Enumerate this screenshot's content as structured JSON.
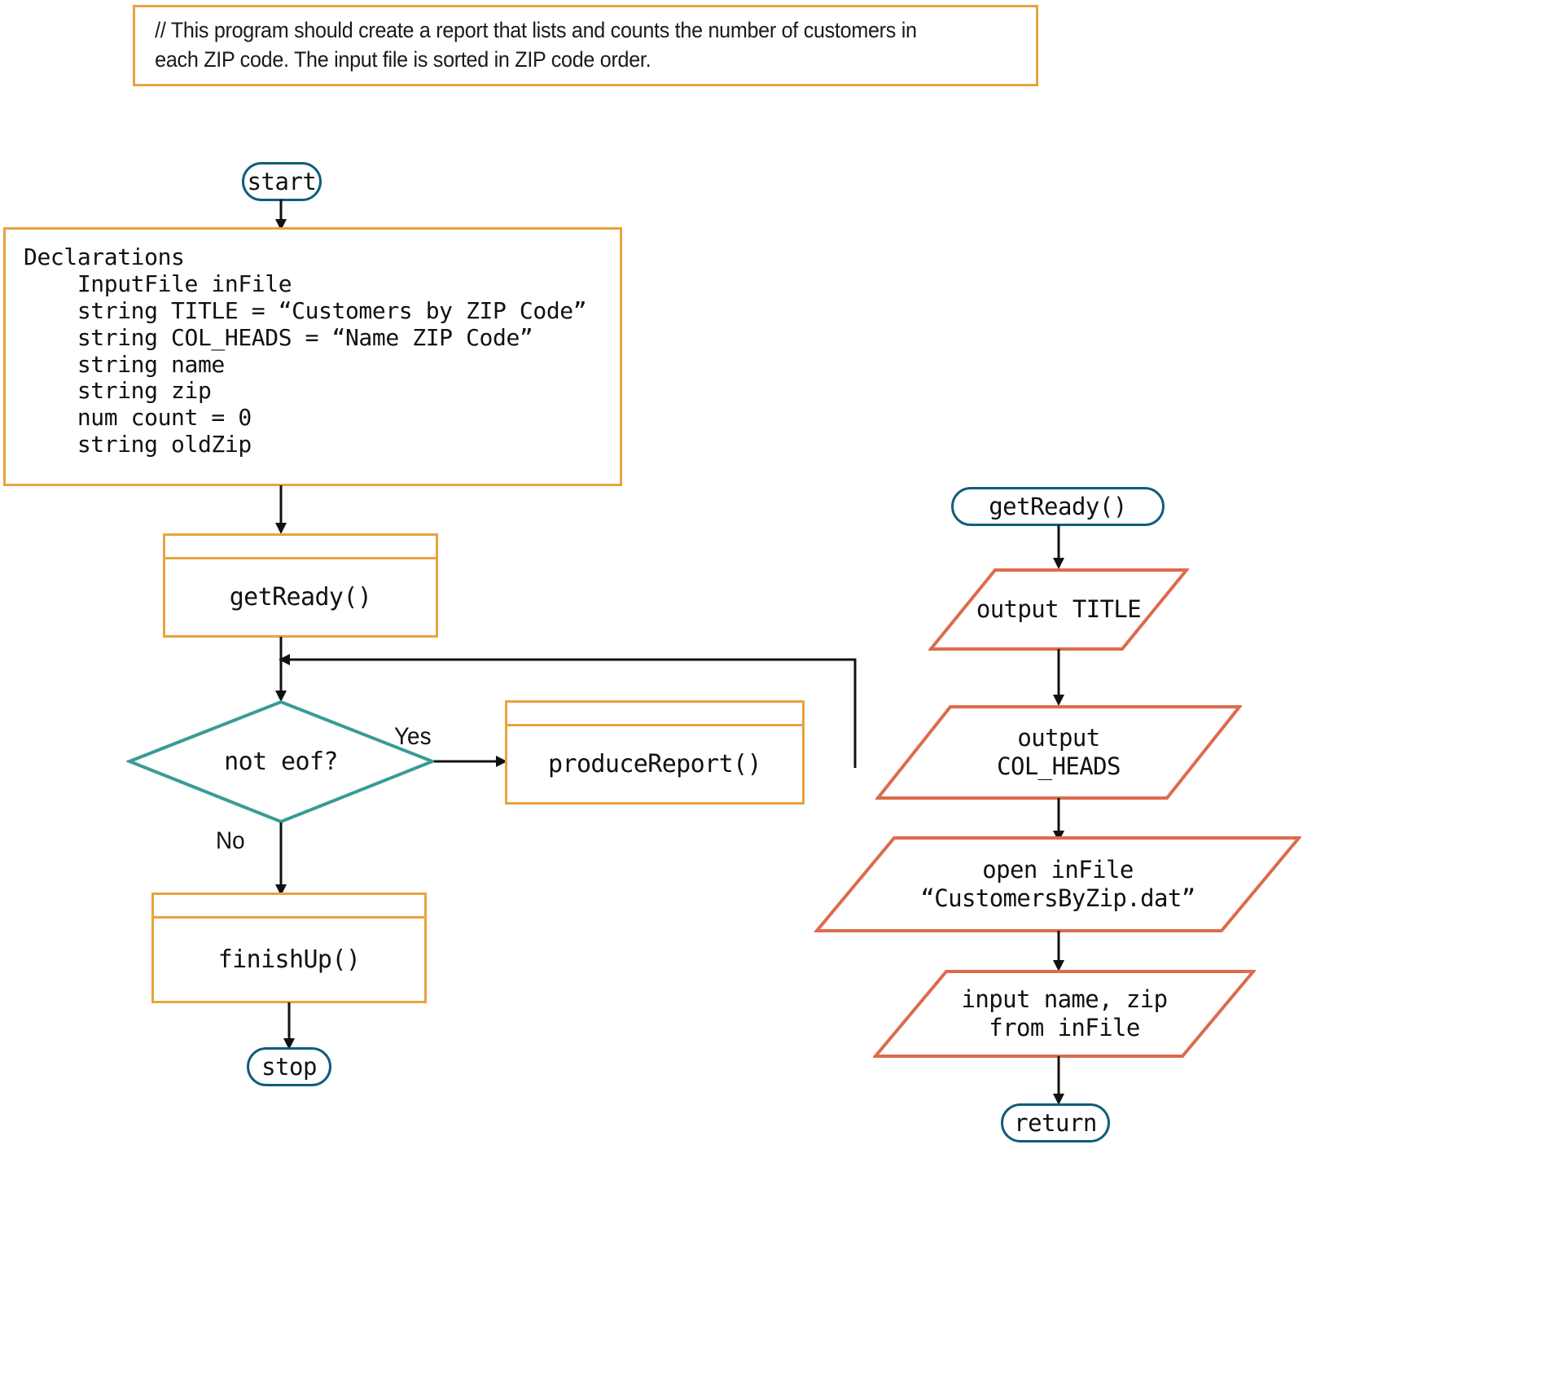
{
  "colors": {
    "process_orange": "#E8A33D",
    "terminal_blue": "#125C7C",
    "decision_teal": "#3A9B96",
    "io_salmon": "#DD6B4D",
    "connector_black": "#111111"
  },
  "comment": {
    "text": "// This program should create a report that lists and counts the number of customers in each ZIP code. The input file is sorted in ZIP code order."
  },
  "main_flow": {
    "start_label": "start",
    "declarations": "Declarations\n    InputFile inFile\n    string TITLE = “Customers by ZIP Code”\n    string COL_HEADS = “Name ZIP Code”\n    string name\n    string zip\n    num count = 0\n    string oldZip",
    "module_getready_label": "getReady()",
    "decision_label": "not eof?",
    "branch_yes": "Yes",
    "branch_no": "No",
    "module_producereport_label": "produceReport()",
    "module_finishup_label": "finishUp()",
    "stop_label": "stop"
  },
  "getready_module": {
    "header_label": "getReady()",
    "output_title_label": "output TITLE",
    "output_colheads_label": "output\nCOL_HEADS",
    "open_infile_label": "open inFile\n“CustomersByZip.dat”",
    "input_name_zip_label": "input name, zip\nfrom inFile",
    "return_label": "return"
  }
}
